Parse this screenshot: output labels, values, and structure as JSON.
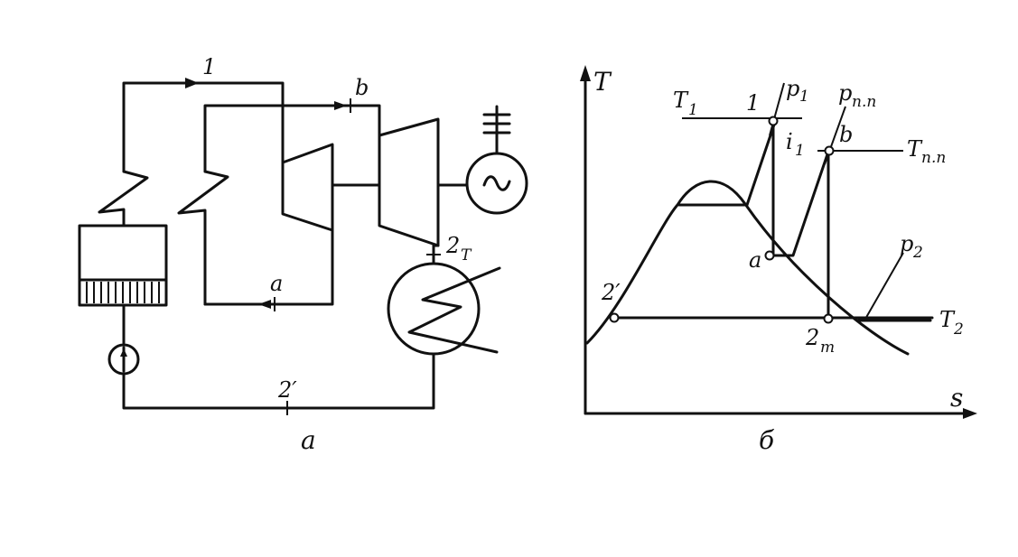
{
  "scheme": {
    "labels": {
      "point_1": "1",
      "point_b": "b",
      "point_a": "a",
      "point_2t": "2",
      "point_2t_sub": "T",
      "point_2prime": "2′"
    },
    "caption": "a",
    "icons": {
      "generator": "generator-icon",
      "pump": "pump-icon",
      "condenser": "condenser-icon",
      "boiler": "boiler-icon"
    }
  },
  "ts_diagram": {
    "axis_y": "T",
    "axis_x": "s",
    "labels": {
      "T1": "T",
      "T1_sub": "1",
      "point_1": "1",
      "p1": "p",
      "p1_sub": "1",
      "ppp": "p",
      "ppp_sub": "п.п",
      "i1": "i",
      "i1_sub": "1",
      "point_b": "b",
      "Tpp": "T",
      "Tpp_sub": "п.п",
      "point_a": "a",
      "p2": "p",
      "p2_sub": "2",
      "point_2prime": "2′",
      "T2": "T",
      "T2_sub": "2",
      "point_2t": "2",
      "point_2t_sub": "т"
    },
    "caption": "б"
  }
}
